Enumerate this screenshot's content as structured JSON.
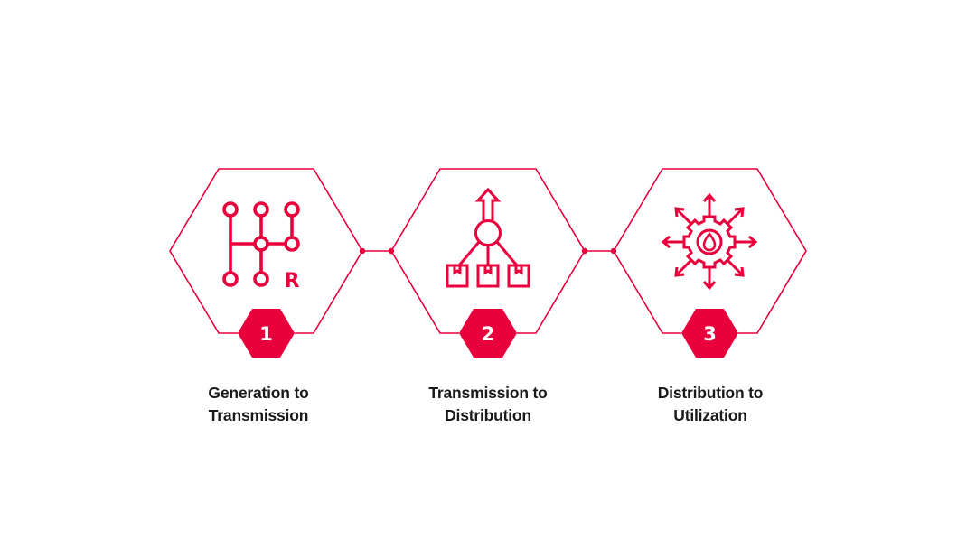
{
  "diagram": {
    "type": "process-flow",
    "accent_color": "#E8003D",
    "text_color": "#1A1A1A",
    "background": "#FFFFFF",
    "steps": [
      {
        "number": "1",
        "icon": "gear-shifter-icon",
        "icon_letter": "R",
        "label_line1": "Generation to",
        "label_line2": "Transmission"
      },
      {
        "number": "2",
        "icon": "distribution-hub-icon",
        "label_line1": "Transmission to",
        "label_line2": "Distribution"
      },
      {
        "number": "3",
        "icon": "gear-drop-arrows-icon",
        "label_line1": "Distribution to",
        "label_line2": "Utilization"
      }
    ],
    "connectors": [
      {
        "from": "1",
        "to": "2"
      },
      {
        "from": "2",
        "to": "3"
      }
    ]
  }
}
